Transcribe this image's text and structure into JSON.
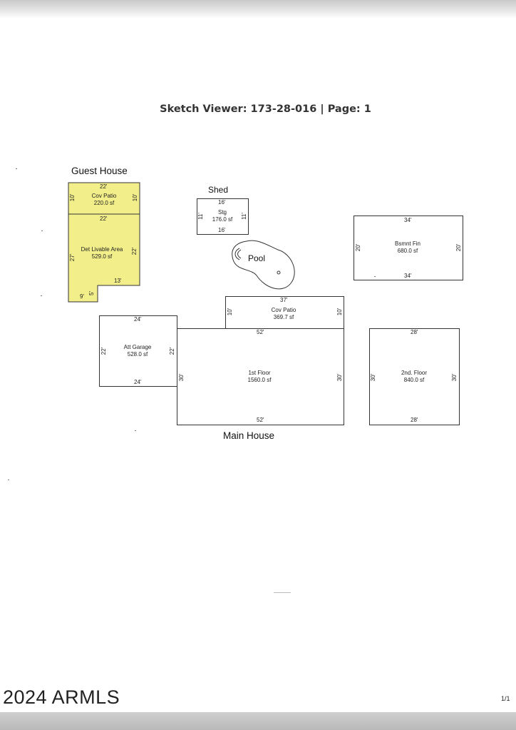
{
  "title": "Sketch Viewer: 173-28-016 | Page: 1",
  "labels": {
    "guest_house": "Guest House",
    "shed": "Shed",
    "pool": "Pool",
    "main_house": "Main House"
  },
  "guest_house": {
    "cov_patio": {
      "name": "Cov Patio",
      "area": "220.0 sf",
      "dim_top": "22'",
      "dim_left": "10'",
      "dim_right": "10'"
    },
    "livable": {
      "name": "Det Livable Area",
      "area": "529.0 sf",
      "dim_top": "22'",
      "dim_left": "27'",
      "dim_right": "22'",
      "dim_bottom_right": "13'",
      "dim_bottom_left": "9'",
      "dim_notch": "5'"
    }
  },
  "shed": {
    "name": "Stg",
    "area": "176.0 sf",
    "dim_top": "16'",
    "dim_bottom": "16'",
    "dim_left": "11'",
    "dim_right": "11'"
  },
  "basement": {
    "name": "Bsmnt Fin",
    "area": "680.0 sf",
    "dim_top": "34'",
    "dim_bottom": "34'",
    "dim_left": "20'",
    "dim_right": "20'"
  },
  "main_cov_patio": {
    "name": "Cov Patio",
    "area": "369.7 sf",
    "dim_top": "37'",
    "dim_left": "10'",
    "dim_right": "10'"
  },
  "garage": {
    "name": "Att Garage",
    "area": "528.0 sf",
    "dim_top": "24'",
    "dim_bottom": "24'",
    "dim_left": "22'",
    "dim_right": "22'"
  },
  "first_floor": {
    "name": "1st Floor",
    "area": "1560.0 sf",
    "dim_top": "52'",
    "dim_bottom": "52'",
    "dim_left": "30'",
    "dim_right": "30'"
  },
  "second_floor": {
    "name": "2nd. Floor",
    "area": "840.0 sf",
    "dim_top": "28'",
    "dim_bottom": "28'",
    "dim_left": "30'",
    "dim_right": "30'"
  },
  "footer": {
    "copyright": "2024 ARMLS",
    "page_count": "1/1"
  },
  "colors": {
    "guest_house_fill": "#f2ee8a",
    "outline": "#333333"
  }
}
